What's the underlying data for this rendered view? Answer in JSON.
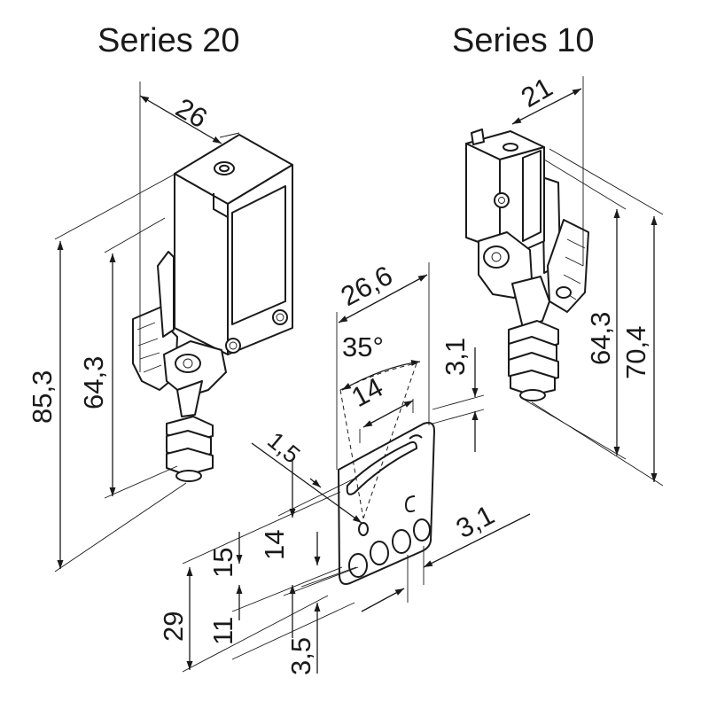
{
  "titles": {
    "left": "Series 20",
    "right": "Series 10"
  },
  "series20": {
    "width": "26",
    "overall_height": "85,3",
    "inner_height": "64,3"
  },
  "series10": {
    "width": "21",
    "inner_height": "64,3",
    "overall_height": "70,4"
  },
  "bracket": {
    "width": "26,6",
    "angle": "35°",
    "slot_length": "14",
    "top_offset": "3,1",
    "hole_diameter": "1,5",
    "hole_spacing_vertical": "14",
    "side_offset": "3,1",
    "height_15": "15",
    "height_29": "29",
    "height_11": "11",
    "height_3_5": "3,5"
  }
}
